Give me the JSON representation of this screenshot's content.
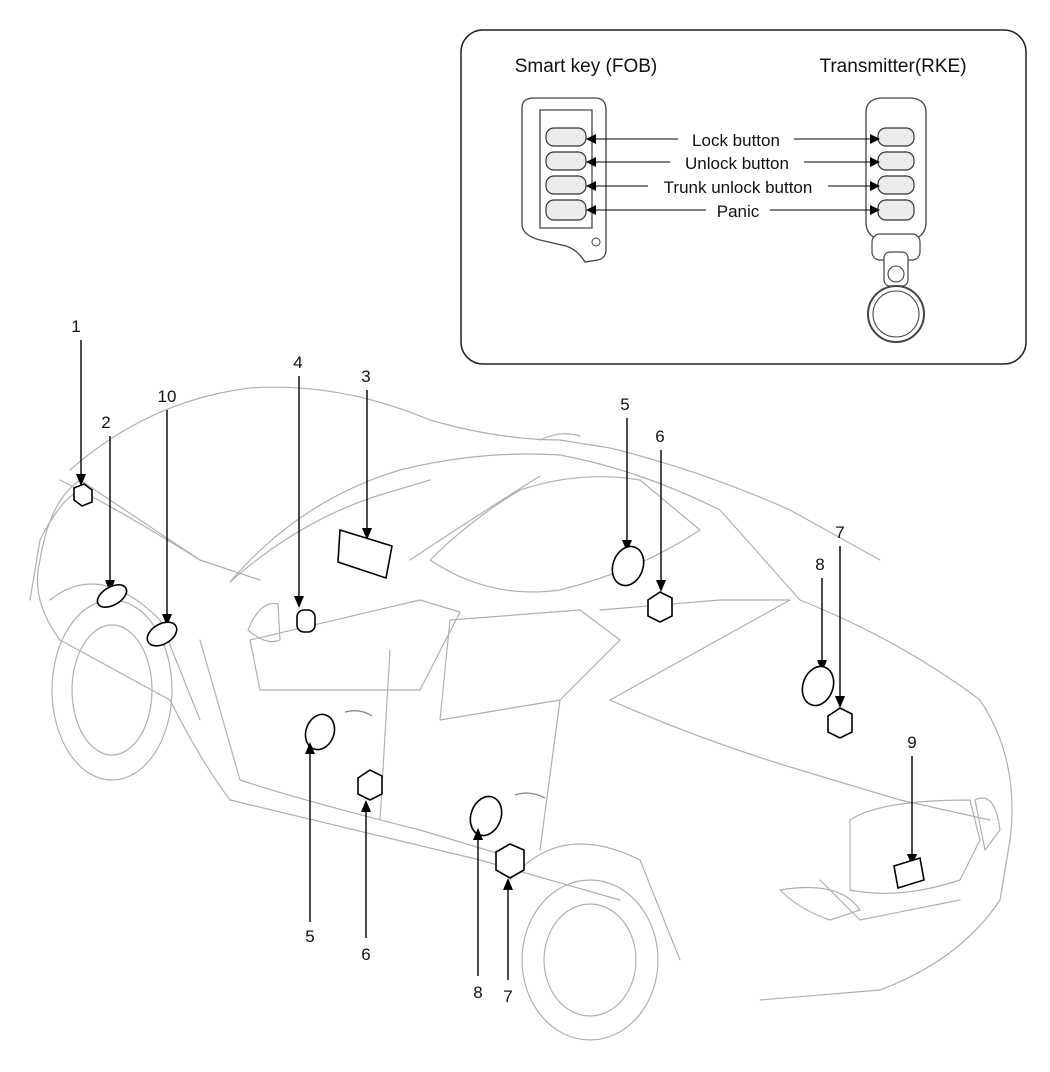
{
  "inset": {
    "smart_key_title": "Smart key (FOB)",
    "transmitter_title": "Transmitter(RKE)",
    "buttons": [
      {
        "label": "Lock button"
      },
      {
        "label": "Unlock button"
      },
      {
        "label": "Trunk unlock button"
      },
      {
        "label": "Panic"
      }
    ]
  },
  "callouts": [
    {
      "number": "1"
    },
    {
      "number": "2"
    },
    {
      "number": "10"
    },
    {
      "number": "4"
    },
    {
      "number": "3"
    },
    {
      "number": "5"
    },
    {
      "number": "6"
    },
    {
      "number": "7"
    },
    {
      "number": "8"
    },
    {
      "number": "9"
    },
    {
      "number": "5"
    },
    {
      "number": "6"
    },
    {
      "number": "8"
    },
    {
      "number": "7"
    }
  ]
}
